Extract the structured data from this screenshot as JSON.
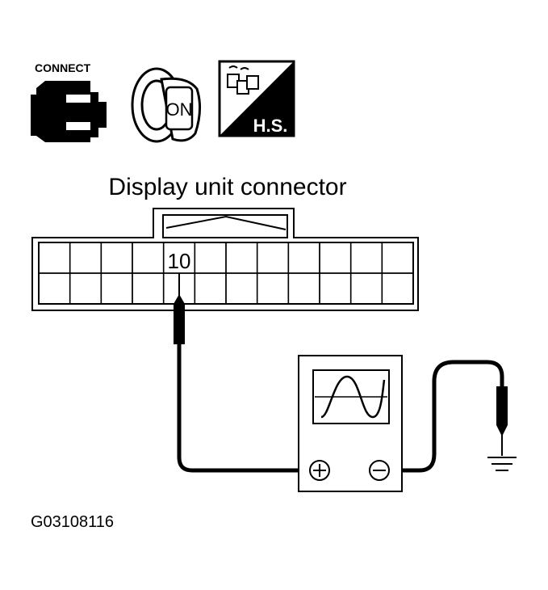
{
  "icons": {
    "connect_label": "CONNECT",
    "ignition_label": "ON",
    "hs_label": "H.S."
  },
  "connector": {
    "title": "Display unit connector",
    "terminal_label": "10"
  },
  "figure_id": "G03108116"
}
